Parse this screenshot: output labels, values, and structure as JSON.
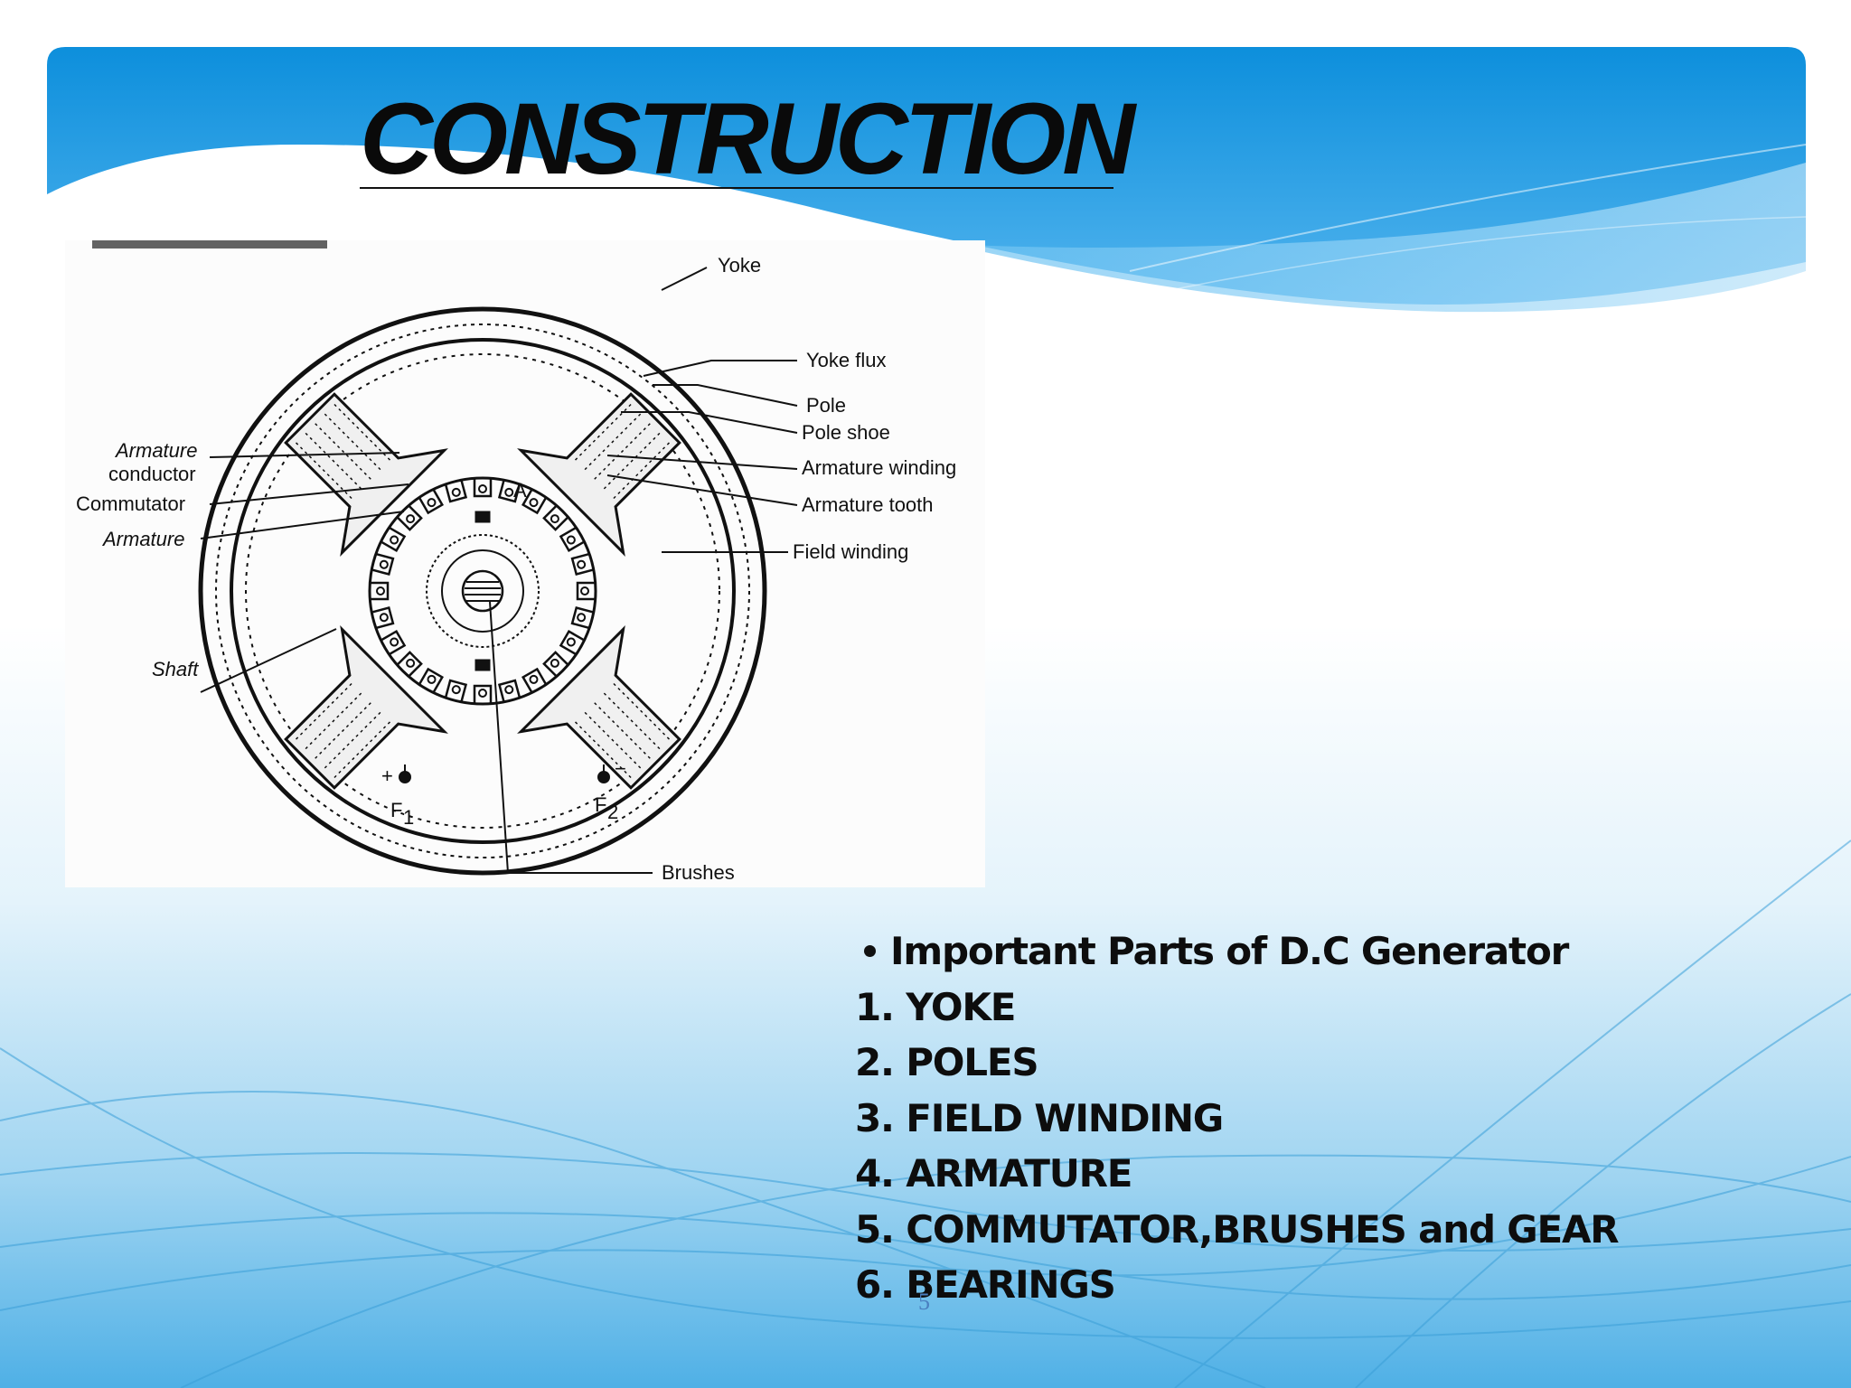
{
  "slide": {
    "title": "CONSTRUCTION",
    "page_number": "5"
  },
  "diagram": {
    "labels": {
      "yoke": "Yoke",
      "yoke_flux": "Yoke flux",
      "pole": "Pole",
      "pole_shoe": "Pole shoe",
      "armature_winding": "Armature winding",
      "armature_tooth": "Armature tooth",
      "field_winding": "Field winding",
      "armature_conductor_1": "Armature",
      "armature_conductor_2": "conductor",
      "commutator": "Commutator",
      "armature": "Armature",
      "shaft": "Shaft",
      "brushes": "Brushes",
      "f1": "F",
      "f1_sub": "1",
      "f2": "F",
      "f2_sub": "2",
      "plus": "+",
      "minus": "−",
      "a": "A"
    }
  },
  "parts_list": {
    "heading": "Important Parts of D.C Generator",
    "items": [
      "1. YOKE",
      "2. POLES",
      "3. FIELD WINDING",
      "4. ARMATURE",
      "5. COMMUTATOR,BRUSHES and GEAR",
      "6. BEARINGS"
    ]
  }
}
